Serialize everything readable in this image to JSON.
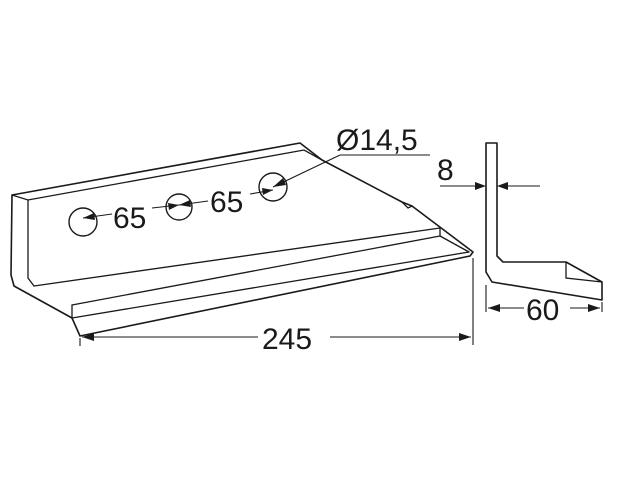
{
  "drawing": {
    "dimensions": {
      "hole_diameter": "Ø14,5",
      "hole_spacing_1": "65",
      "hole_spacing_2": "65",
      "length": "245",
      "thickness": "8",
      "flange_width": "60"
    },
    "colors": {
      "line": "#1a1a1a",
      "background": "#ffffff"
    }
  }
}
